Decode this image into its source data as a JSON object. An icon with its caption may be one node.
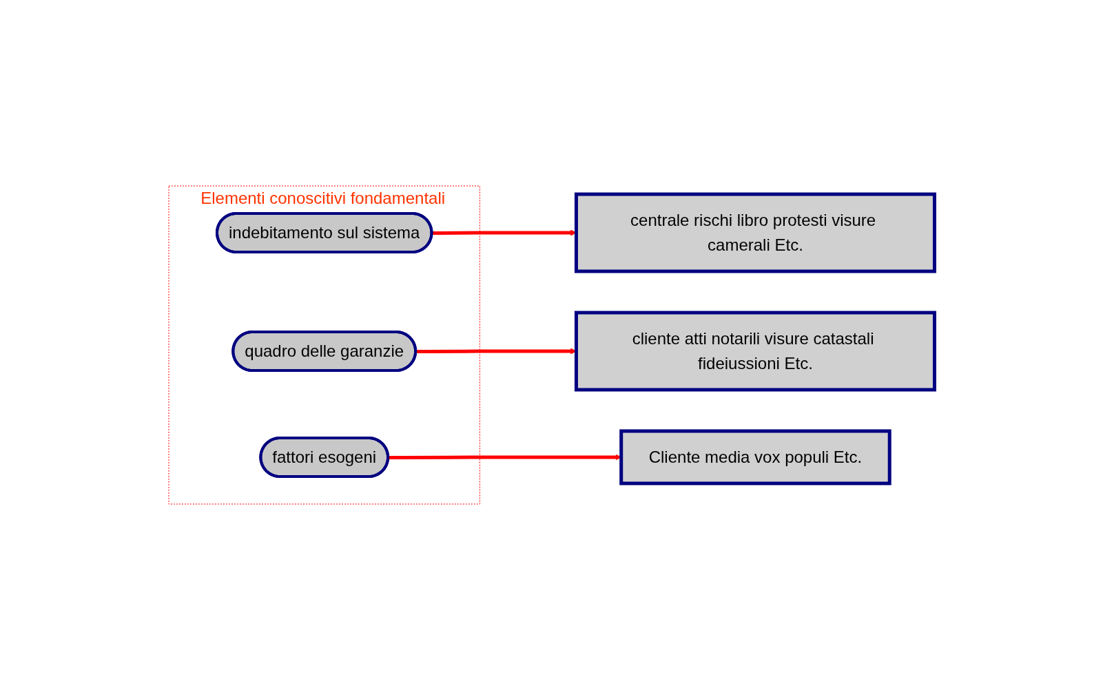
{
  "diagram": {
    "nodes": [
      {
        "text": [
          "Elementi conoscitivi fondamentali"
        ]
      },
      {
        "text": [
          "indebitamento sul sistema"
        ],
        "in": 0
      },
      {
        "text": [
          "quadro delle garanzie"
        ],
        "in": 0
      },
      {
        "text": [
          "fattori esogeni"
        ],
        "in": 0
      },
      {
        "text": [
          "centrale rischi libro protesti visure camerali Etc."
        ]
      },
      {
        "text": [
          "cliente atti notarili visure catastali fideiussioni Etc."
        ]
      },
      {
        "text": [
          "Cliente media vox populi Etc."
        ]
      }
    ],
    "edges": [
      {
        "from": 1,
        "to": 4,
        "arrow": "to"
      },
      {
        "from": 2,
        "to": 5,
        "arrow": "to"
      },
      {
        "from": 3,
        "to": 6,
        "arrow": "to"
      }
    ]
  }
}
